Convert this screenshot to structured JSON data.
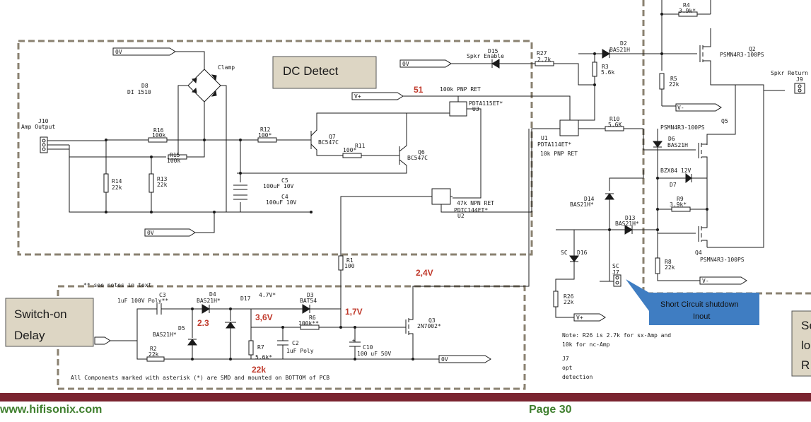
{
  "boxes": {
    "dc_detect": "DC Detect",
    "switch_on_line1": "Switch-on",
    "switch_on_line2": "Delay",
    "short_circuit_line1": "Short Circuit shutdown",
    "short_circuit_line2": "Inout",
    "right_cut_1": "Se",
    "right_cut_2": "lo",
    "right_cut_3": "R"
  },
  "voltages": {
    "v51": "51",
    "v24": "2,4V",
    "v23": "2.3",
    "v36": "3,6V",
    "v17": "1,7V",
    "r22k": "22k"
  },
  "labels": {
    "clamp": "Clamp",
    "d8": "D8",
    "di1510": "DI 1510",
    "j10": "J10",
    "amp_output": "Amp Output",
    "r16": "R16",
    "r16_val": "100k",
    "r15": "R15",
    "r15_val": "100k",
    "r14": "R14",
    "r14_val": "22k",
    "r13": "R13",
    "r13_val": "22k",
    "r12": "R12",
    "r12_val": "100*",
    "q7": "Q7",
    "q7_val": "BC547C",
    "r11": "R11",
    "r11_val": "100*",
    "q6": "Q6",
    "q6_val": "BC547C",
    "c5": "C5",
    "c5_val": "100uF 10V",
    "c4": "C4",
    "c4_val": "100uF 10V",
    "pdta115": "PDTA115ET*",
    "u3": "U3",
    "pnp100k": "100k PNP RET",
    "npn47k": "47k NPN RET",
    "pdtc144": "PDTC144ET*",
    "u2": "U2",
    "d15": "D15",
    "spkr_enable": "Spkr Enable",
    "r27": "R27",
    "r27_val": "2.7k",
    "d2": "D2",
    "d2_val": "BAS21H",
    "r3": "R3",
    "r3_val": "5.6k",
    "r4": "R4",
    "r4_val": "3.9k*",
    "r5": "R5",
    "r5_val": "22k",
    "q2": "Q2",
    "q2_val": "PSMN4R3-100PS",
    "spkr_return": "Spkr Return",
    "j9": "J9",
    "u1": "U1",
    "pdta114": "PDTA114ET*",
    "pnp10k": "10k PNP RET",
    "r10": "R10",
    "r10_val": "5.6K",
    "q5": "Q5",
    "q5_val": "PSMN4R3-100PS",
    "d6": "D6",
    "d6_val": "BAS21H",
    "bzx": "BZX84 12V",
    "d7": "D7",
    "r9": "R9",
    "r9_val": "3.9k*",
    "d14": "D14",
    "d14_val": "BAS21H*",
    "d13": "D13",
    "d13_val": "BAS21H*",
    "q4": "Q4",
    "q4_val": "PSMN4R3-100PS",
    "r8": "R8",
    "r8_val": "22k",
    "sc1": "SC",
    "d16": "D16",
    "sc2": "SC",
    "j7": "J7",
    "r26": "R26",
    "r26_val": "22k",
    "r1": "R1",
    "r1_val": "100",
    "notes": "** see notes in text",
    "c3": "C3",
    "c3_val": "1uF 100V Poly**",
    "d4": "D4",
    "d4_val": "BAS21H*",
    "d17": "D17",
    "d17_val": "4.7V*",
    "d3": "D3",
    "d3_val": "BAT54",
    "r6": "R6",
    "r6_val": "100k**",
    "q3": "Q3",
    "q3_val": "2N7002*",
    "d5": "D5",
    "d5_val": "BAS21H*",
    "r2": "R2",
    "r2_val": "22k",
    "r7": "R7",
    "r7_val": "5.6k*",
    "c2": "C2",
    "c2_val": "1uF Poly",
    "c10": "C10",
    "c10_val": "100 uF 50V",
    "smd_note": "All Components marked with asterisk (*) are SMD and mounted on BOTTOM of PCB",
    "note_r26_1": "Note: R26 is 2.7k for sx-Amp and",
    "note_r26_2": "10k for nc-Amp",
    "j7_note1": "J7",
    "j7_note2": "opt",
    "j7_note3": "detection"
  },
  "nets": {
    "ov": "0V",
    "vplus": "V+",
    "vminus": "V-"
  },
  "footer": {
    "website": "www.hifisonix.com",
    "page": "Page 30"
  },
  "colors": {
    "box_fill": "#ddd6c4",
    "callout_fill": "#3f7dc2",
    "voltage_red": "#c0392b",
    "footer_bar": "#7a2430",
    "footer_text": "#3f7f2e",
    "dashed_border": "#8a8170"
  }
}
